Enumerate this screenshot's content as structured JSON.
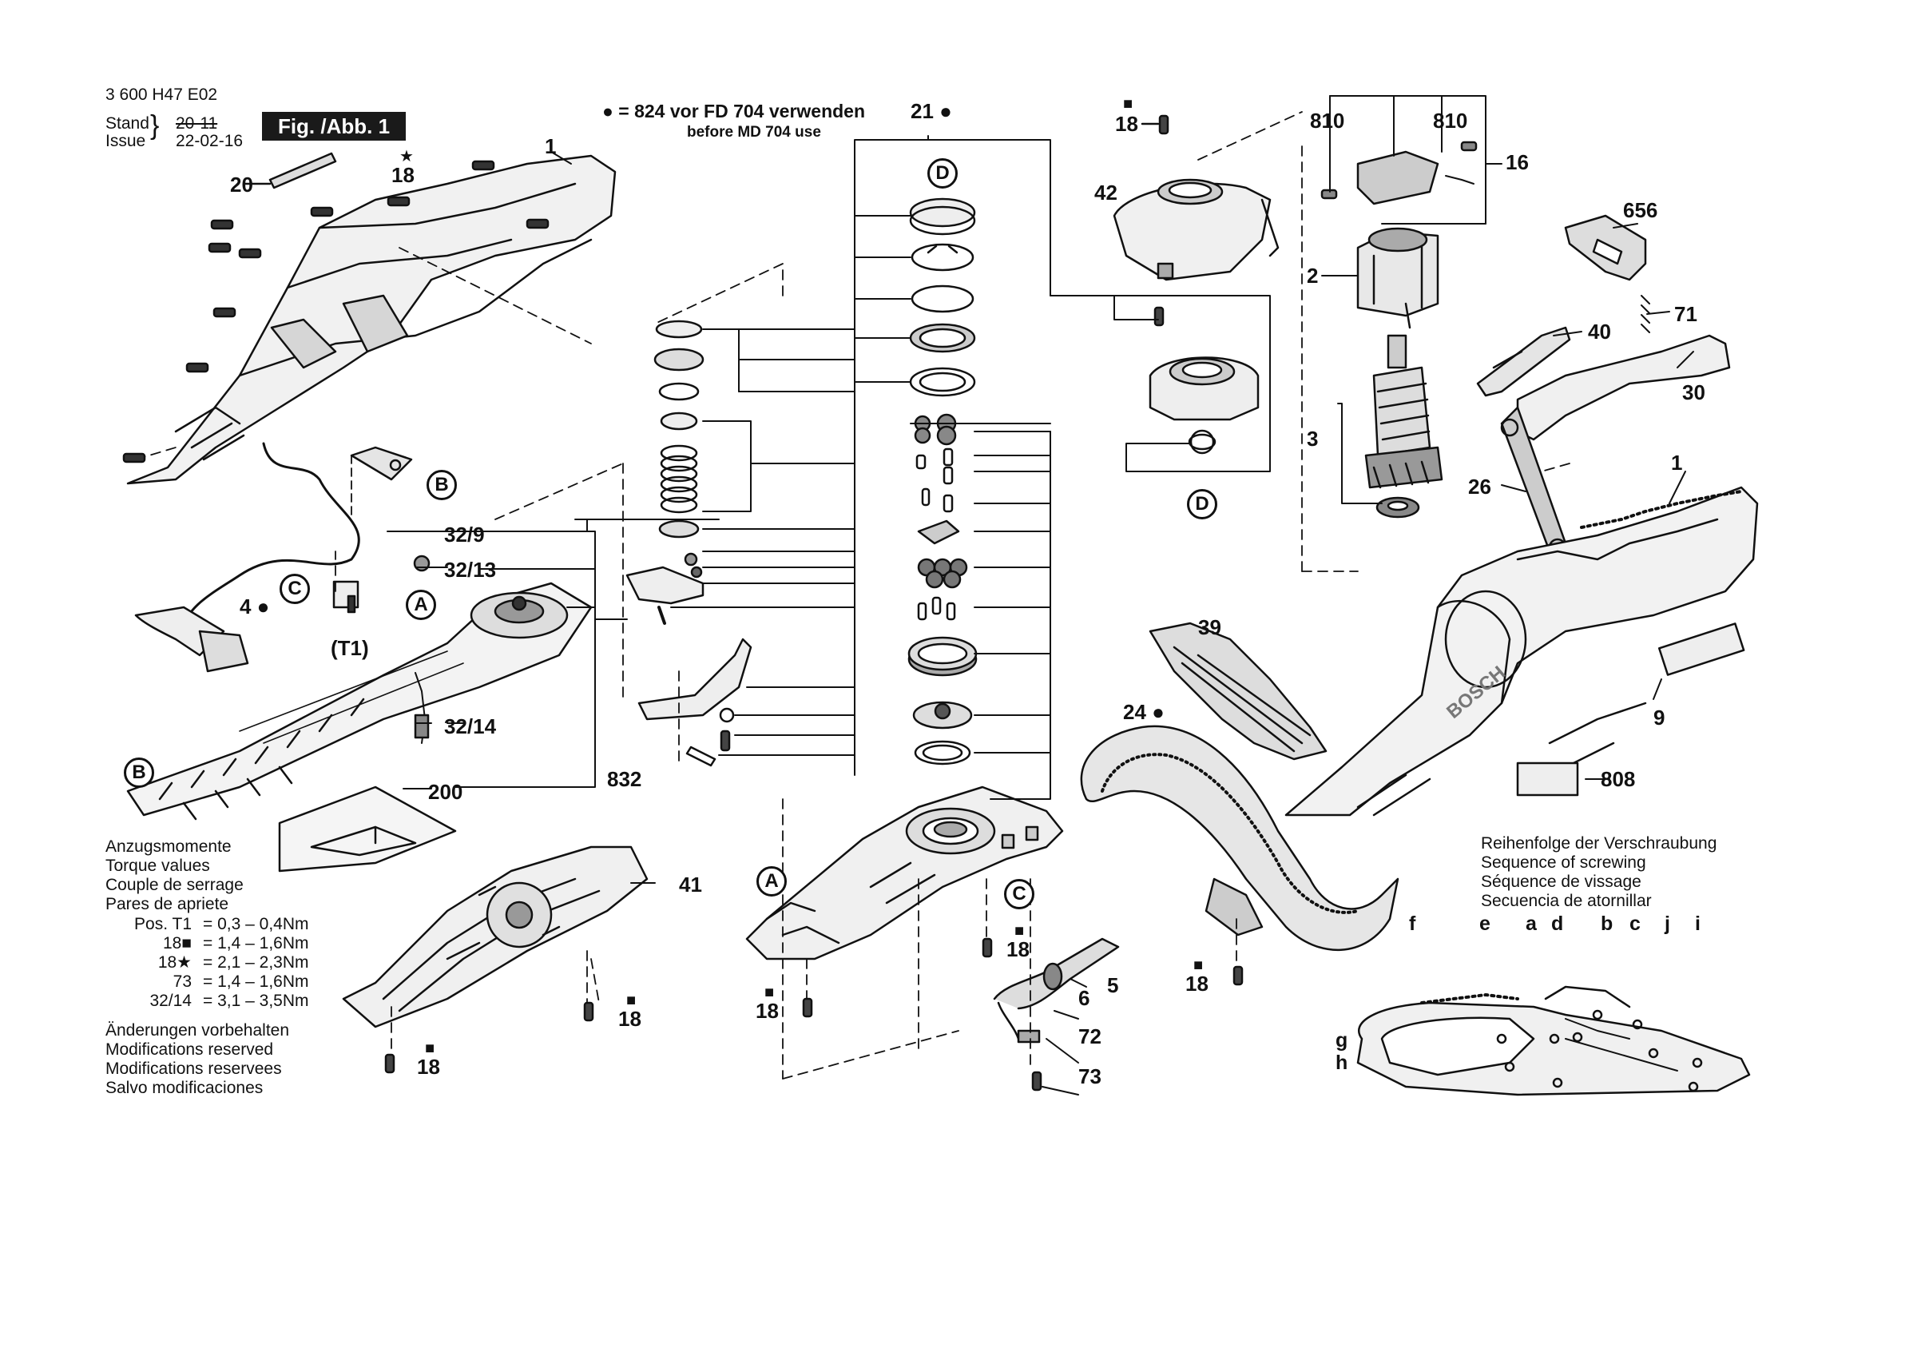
{
  "header": {
    "doc_number": "3 600 H47 E02",
    "stand_label": "Stand",
    "issue_label": "Issue",
    "date_old": "20-11",
    "date_new": "22-02-16",
    "fig_label": "Fig. /Abb. 1"
  },
  "note": {
    "line1": "● = 824  vor FD 704 verwenden",
    "line2": "before MD 704 use"
  },
  "part_numbers": {
    "p1_top": "1",
    "p20": "20",
    "p18_a": "18",
    "p32_9": "32/9",
    "p32_13": "32/13",
    "p4": "4 ●",
    "t1": "(T1)",
    "p32_14": "32/14",
    "p200": "200",
    "p832": "832",
    "p41": "41",
    "p18_b": "18",
    "p18_c": "18",
    "p21": "21 ●",
    "p18_d": "18",
    "p18_e": "18",
    "p6": "6",
    "p5": "5",
    "p72": "72",
    "p73": "73",
    "p18_top": "18",
    "p42": "42",
    "p810_a": "810",
    "p810_b": "810",
    "p16": "16",
    "p2": "2",
    "p3": "3",
    "p656": "656",
    "p40": "40",
    "p71": "71",
    "p30": "30",
    "p26": "26",
    "p1_right": "1",
    "p39": "39",
    "p24": "24 ●",
    "p9": "9",
    "p808": "808",
    "p18_f": "18"
  },
  "callouts": {
    "B1": "B",
    "B2": "B",
    "C1": "C",
    "A1": "A",
    "D1": "D",
    "D2": "D",
    "A2": "A",
    "C2": "C"
  },
  "torque": {
    "lines": [
      "Anzugsmomente",
      "Torque values",
      "Couple de serrage",
      "Pares de apriete"
    ],
    "rows": [
      {
        "pos": "Pos. T1",
        "eq": "= 0,3  –  0,4Nm"
      },
      {
        "pos": "18■",
        "eq": "= 1,4  –  1,6Nm"
      },
      {
        "pos": "18★",
        "eq": "= 2,1  –  2,3Nm"
      },
      {
        "pos": "73",
        "eq": "= 1,4  –  1,6Nm"
      },
      {
        "pos": "32/14",
        "eq": "= 3,1  –  3,5Nm"
      }
    ]
  },
  "modifications": [
    "Änderungen vorbehalten",
    "Modifications reserved",
    "Modifications reservees",
    "Salvo modificaciones"
  ],
  "screw_sequence": {
    "title": [
      "Reihenfolge der Verschraubung",
      "Sequence of screwing",
      "Séquence de vissage",
      "Secuencia de atornillar"
    ],
    "letters": [
      "f",
      "e",
      "a",
      "d",
      "b",
      "c",
      "j",
      "i",
      "g",
      "h"
    ]
  },
  "brand_text": "BOSCH",
  "symbols": {
    "star": "★",
    "square": "■"
  }
}
